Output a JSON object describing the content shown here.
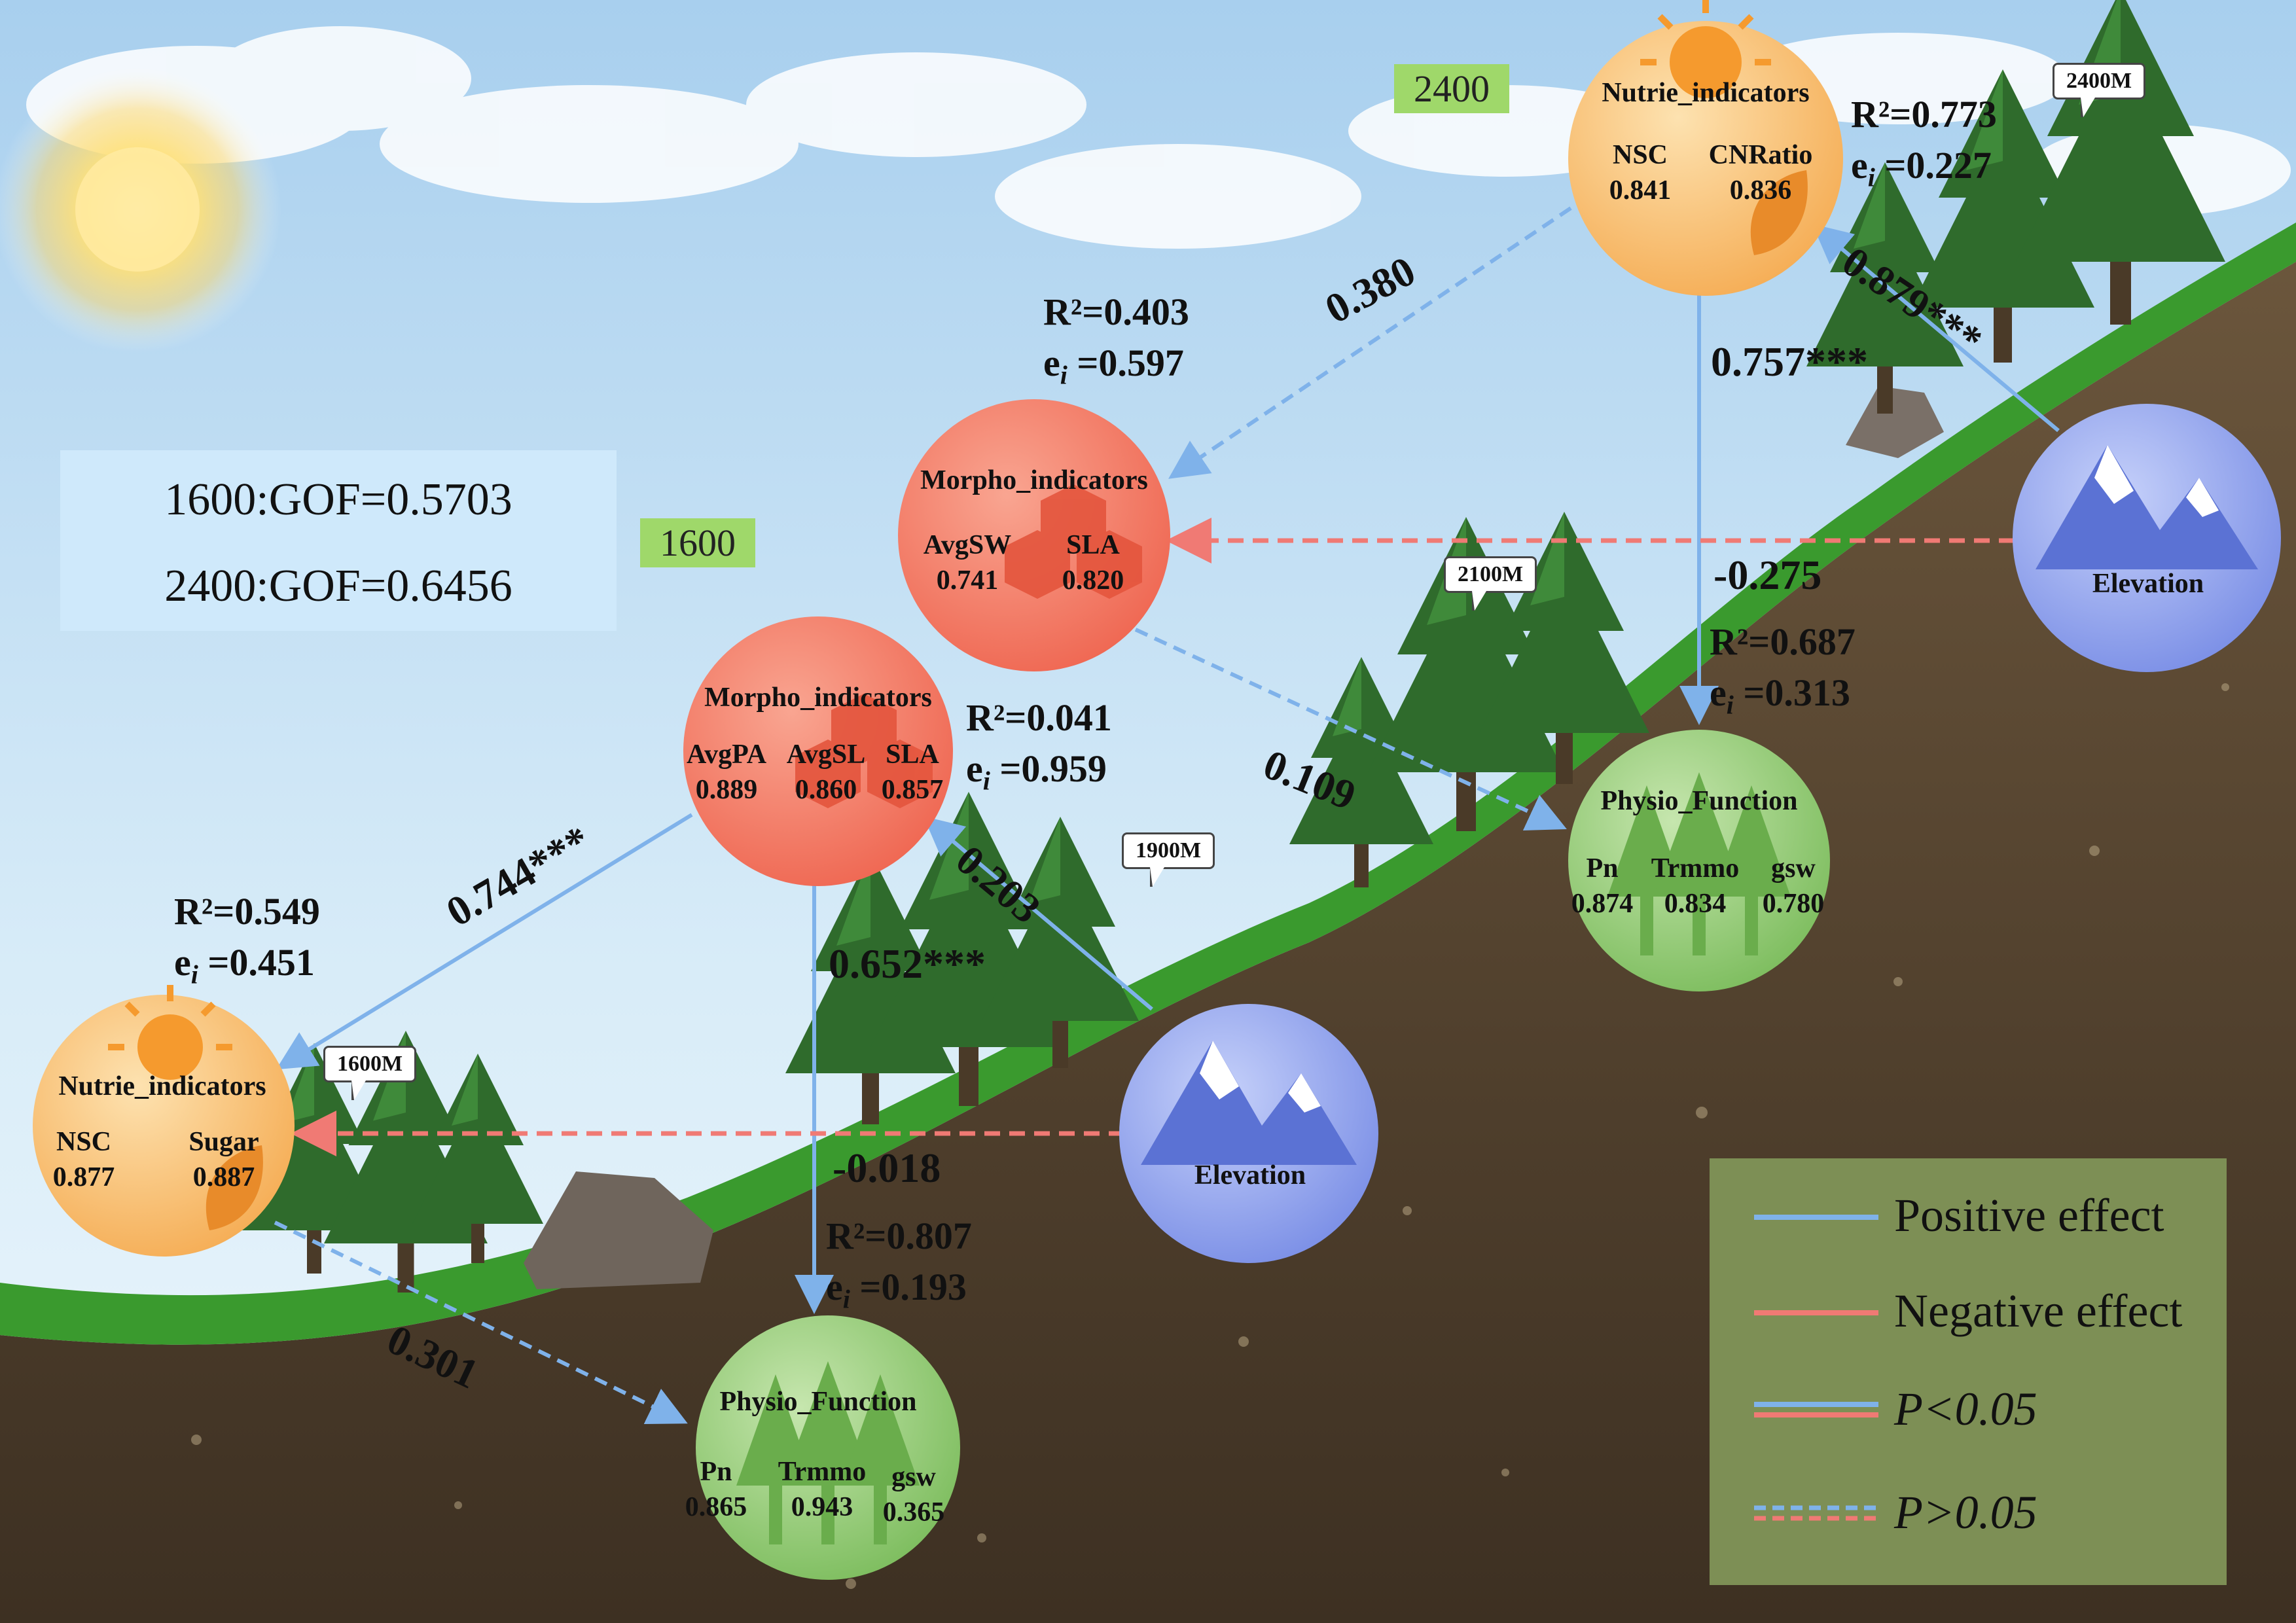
{
  "gof": {
    "line1": "1600:GOF=0.5703",
    "line2": "2400:GOF=0.6456"
  },
  "site_labels": {
    "site_low": "1600",
    "site_high": "2400"
  },
  "altitude_tags": {
    "a1600": "1600M",
    "a1900": "1900M",
    "a2100": "2100M",
    "a2400": "2400M"
  },
  "nodes": {
    "nutri_2400": {
      "title": "Nutrie_indicators",
      "indicators": [
        {
          "name": "NSC",
          "value": "0.841"
        },
        {
          "name": "CNRatio",
          "value": "0.836"
        }
      ],
      "r2": "R²=0.773",
      "ei": "=0.227"
    },
    "morpho_2400": {
      "title": "Morpho_indicators",
      "indicators": [
        {
          "name": "AvgSW",
          "value": "0.741"
        },
        {
          "name": "SLA",
          "value": "0.820"
        }
      ],
      "r2": "R²=0.403",
      "ei": "=0.597"
    },
    "physio_2400": {
      "title": "Physio_Function",
      "indicators": [
        {
          "name": "Pn",
          "value": "0.874"
        },
        {
          "name": "Trmmo",
          "value": "0.834"
        },
        {
          "name": "gsw",
          "value": "0.780"
        }
      ],
      "r2": "R²=0.687",
      "ei": "=0.313"
    },
    "elevation_2400": {
      "title": "Elevation"
    },
    "morpho_1600": {
      "title": "Morpho_indicators",
      "indicators": [
        {
          "name": "AvgPA",
          "value": "0.889"
        },
        {
          "name": "AvgSL",
          "value": "0.860"
        },
        {
          "name": "SLA",
          "value": "0.857"
        }
      ],
      "r2": "R²=0.041",
      "ei": "=0.959"
    },
    "nutri_1600": {
      "title": "Nutrie_indicators",
      "indicators": [
        {
          "name": "NSC",
          "value": "0.877"
        },
        {
          "name": "Sugar",
          "value": "0.887"
        }
      ],
      "r2": "R²=0.549",
      "ei": "=0.451"
    },
    "physio_1600": {
      "title": "Physio_Function",
      "indicators": [
        {
          "name": "Pn",
          "value": "0.865"
        },
        {
          "name": "Trmmo",
          "value": "0.943"
        },
        {
          "name": "gsw",
          "value": "0.365"
        }
      ],
      "r2": "R²=0.807",
      "ei": "=0.193"
    },
    "elevation_1600": {
      "title": "Elevation"
    }
  },
  "ei_prefix": "e",
  "ei_sub": "i",
  "paths": {
    "p_2400_nutri_morpho": "0.380",
    "p_2400_elev_nutri": "0.879***",
    "p_2400_nutri_physio": "0.757***",
    "p_2400_elev_morpho": "-0.275",
    "p_2400_morpho_physio": "0.109",
    "p_1600_morpho_nutri": "0.744***",
    "p_1600_elev_morpho": "0.203",
    "p_1600_morpho_physio": "0.652***",
    "p_1600_elev_nutri": "-0.018",
    "p_1600_nutri_physio": "0.301"
  },
  "legend": {
    "positive": "Positive effect",
    "negative": "Negative effect",
    "sig": "P<0.05",
    "nonsig": "P>0.05"
  },
  "colors": {
    "positive": "#7fb2ea",
    "negative": "#f07a74",
    "nutri": "#f7b560",
    "morpho": "#f26f5a",
    "physio": "#8bc870",
    "elevation": "#7f95ea"
  }
}
